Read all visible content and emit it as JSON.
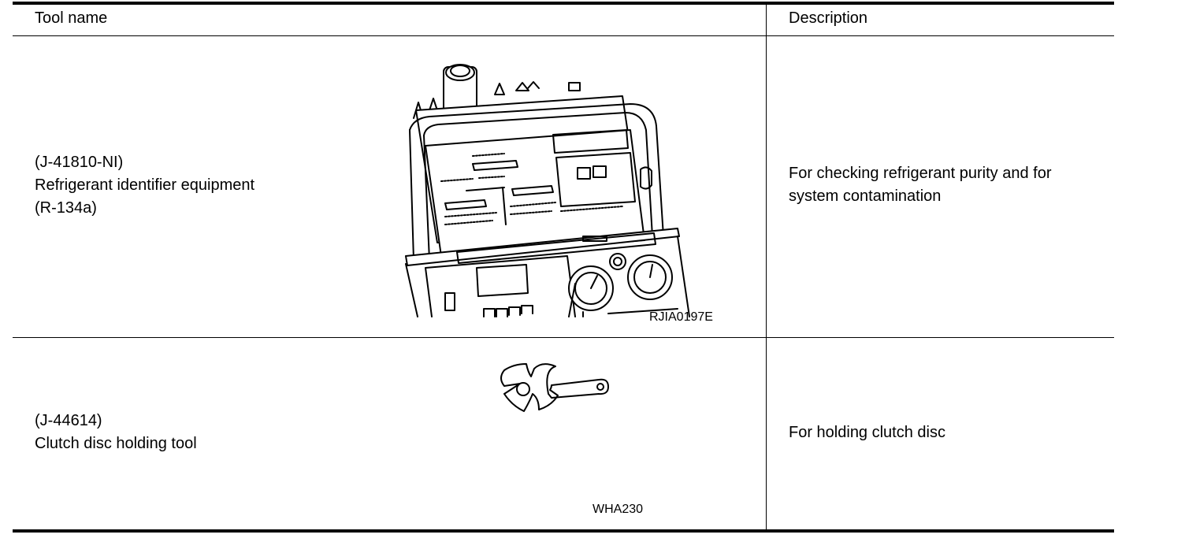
{
  "header": {
    "tool_name": "Tool name",
    "description": "Description"
  },
  "rows": [
    {
      "tool_lines": [
        "(J-41810-NI)",
        "Refrigerant identifier equipment",
        "(R-134a)"
      ],
      "description_lines": [
        "For checking refrigerant purity and for",
        "system contamination"
      ],
      "image_code": "RJIA0197E"
    },
    {
      "tool_lines": [
        "(J-44614)",
        "Clutch disc holding tool"
      ],
      "description_lines": [
        "For holding clutch disc"
      ],
      "image_code": "WHA230"
    }
  ]
}
